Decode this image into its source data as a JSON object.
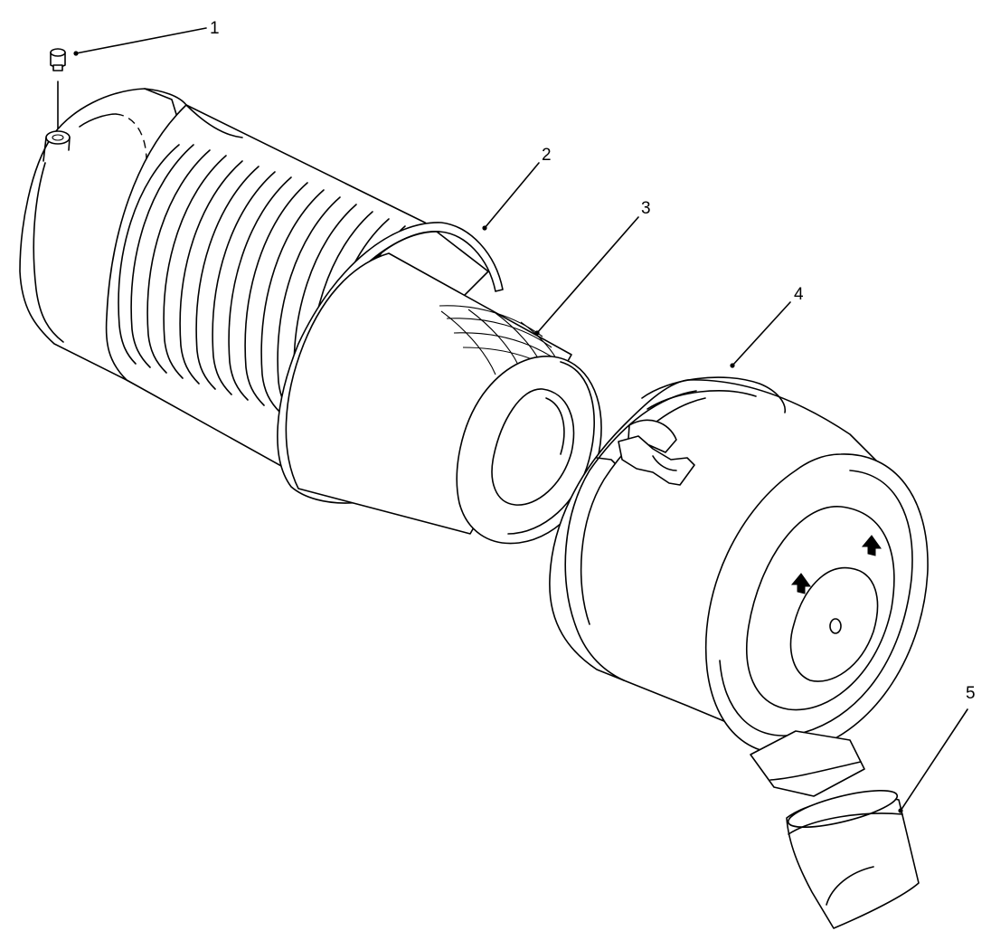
{
  "callouts": [
    {
      "id": "part-1",
      "label": "1"
    },
    {
      "id": "part-2",
      "label": "2"
    },
    {
      "id": "part-3",
      "label": "3"
    },
    {
      "id": "part-4",
      "label": "4"
    },
    {
      "id": "part-5",
      "label": "5"
    }
  ]
}
